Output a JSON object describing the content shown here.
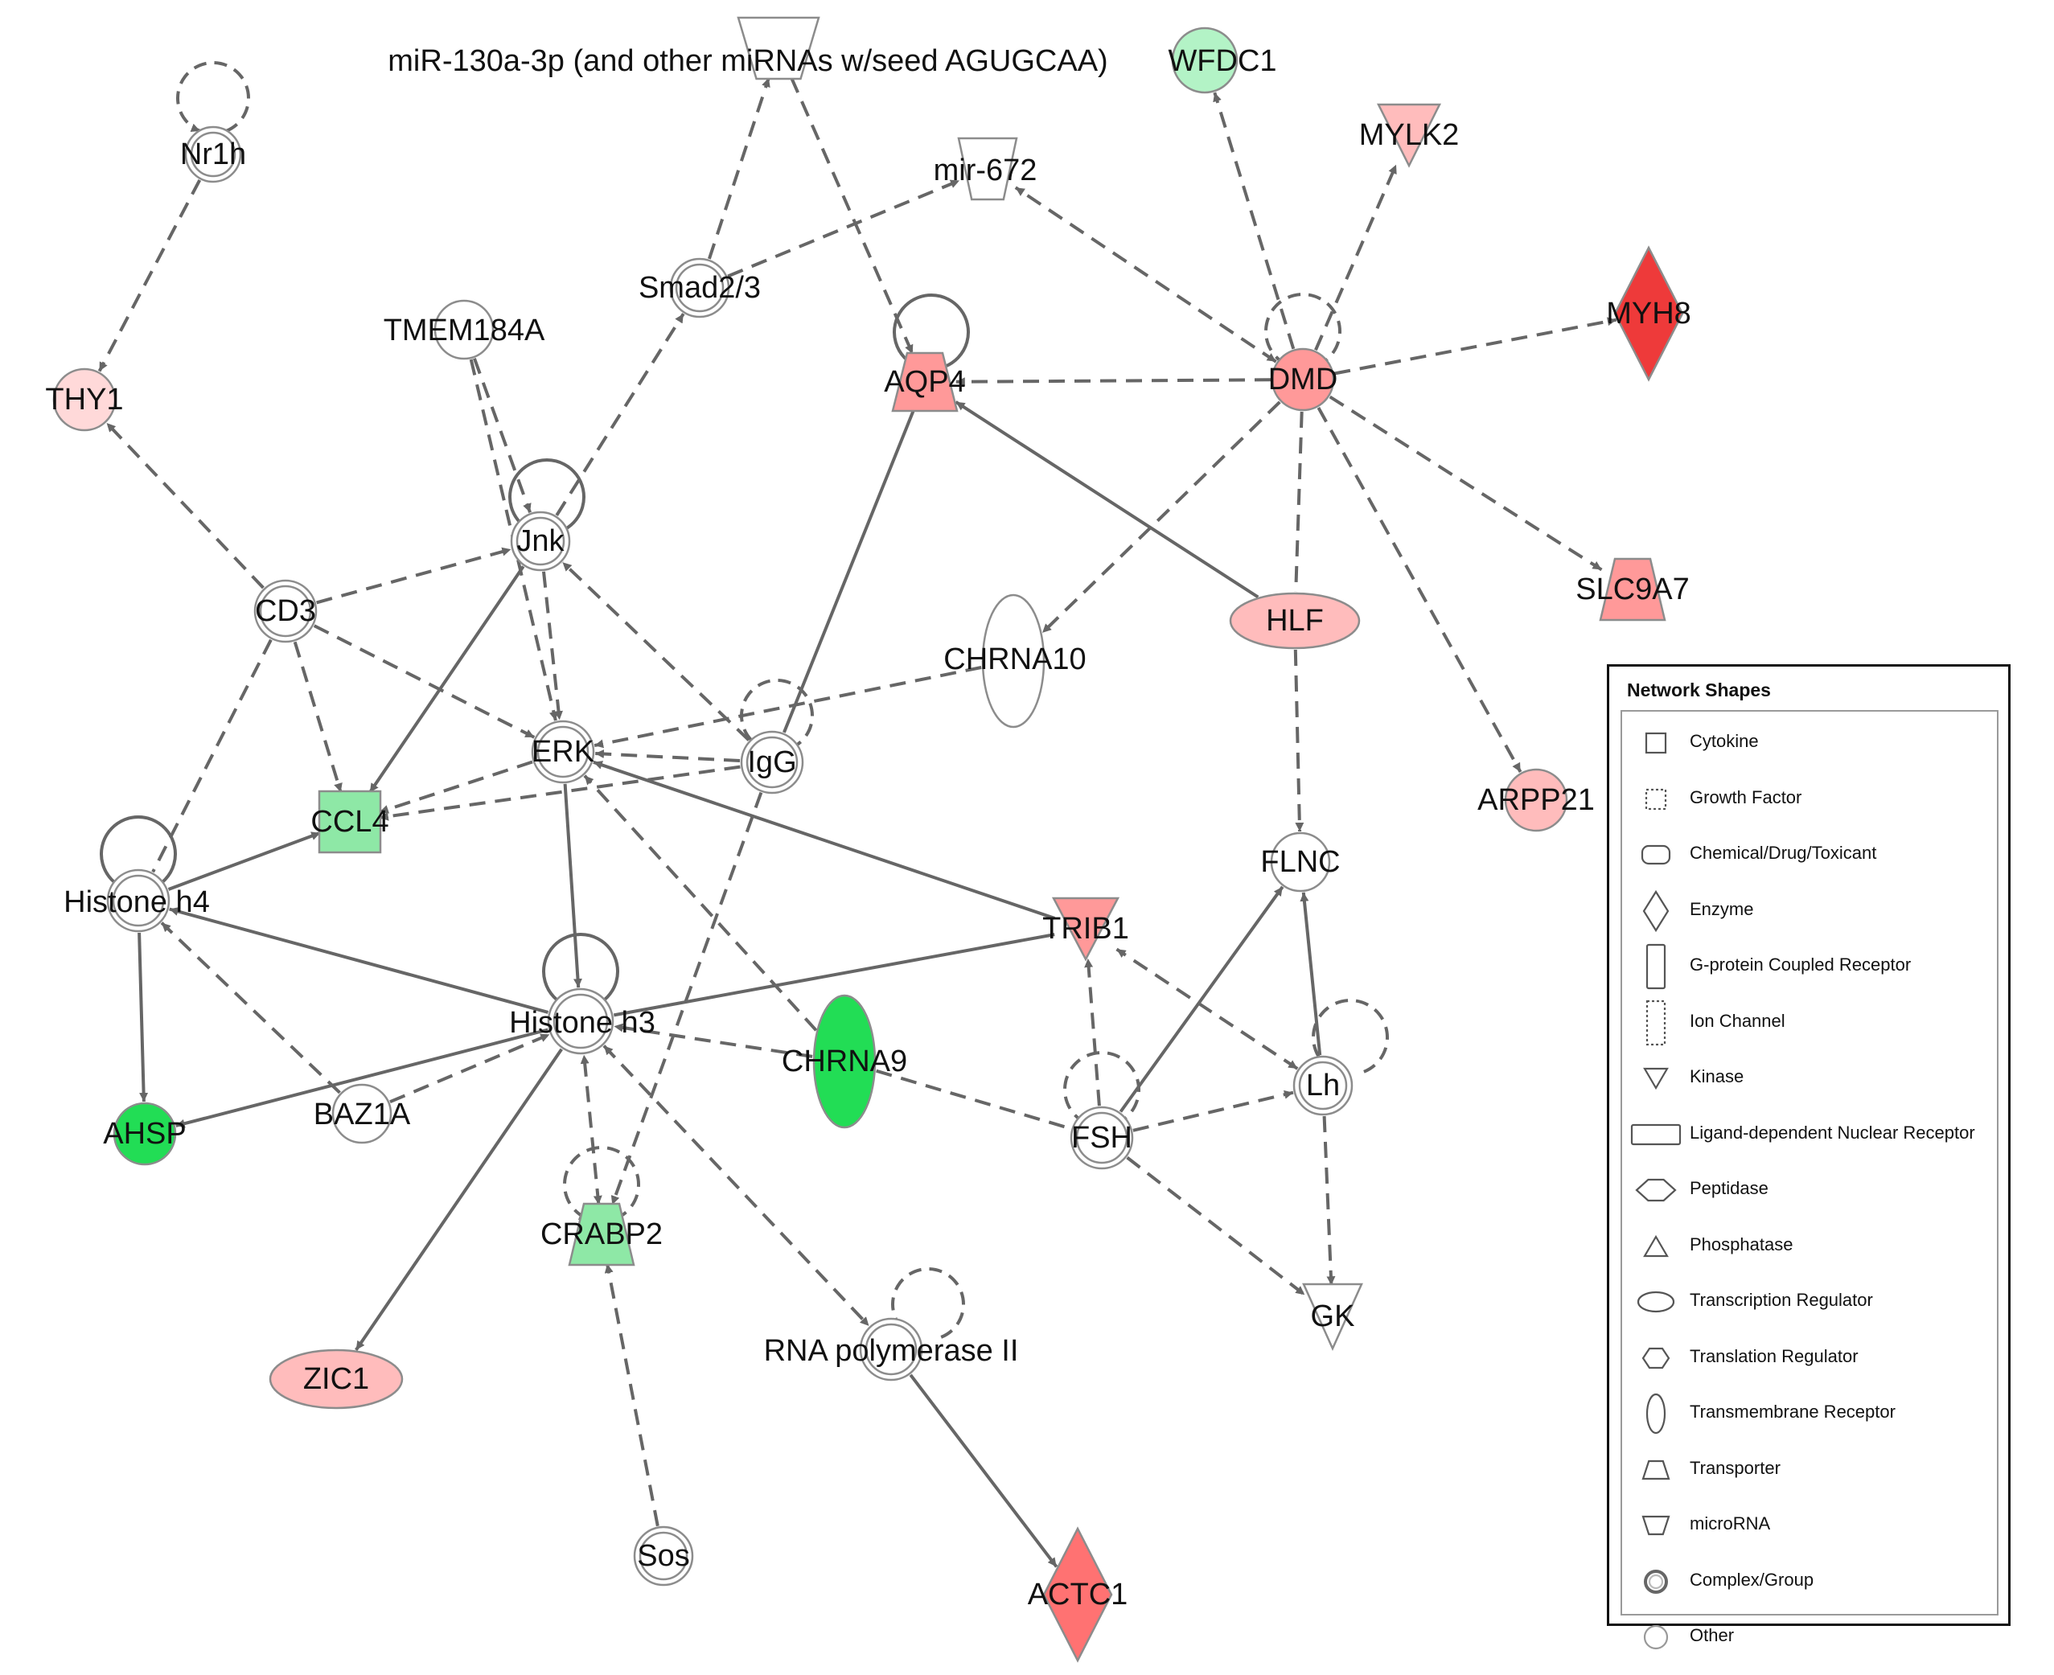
{
  "colors": {
    "edge": "#666666",
    "node_stroke": "#8c8c8c",
    "white": "#ffffff",
    "pink_light": "#ffd9d9",
    "pink": "#ffbcbc",
    "salmon": "#ff9999",
    "red": "#ff7272",
    "red_dark": "#ee3a3a",
    "green_light": "#b3f3c6",
    "green_mid": "#8ee8a6",
    "green": "#22dd55"
  },
  "nodes": [
    {
      "id": "mir130",
      "label": "miR-130a-3p (and other miRNAs w/seed AGUGCAA)",
      "shape": "microrna",
      "fill": "white"
    },
    {
      "id": "wfdc1",
      "label": "WFDC1",
      "shape": "circle",
      "fill": "green_light"
    },
    {
      "id": "nr1h",
      "label": "Nr1h",
      "shape": "complex",
      "fill": "white"
    },
    {
      "id": "mylk2",
      "label": "MYLK2",
      "shape": "kinase",
      "fill": "pink"
    },
    {
      "id": "mir672",
      "label": "mir-672",
      "shape": "microrna",
      "fill": "white"
    },
    {
      "id": "smad23",
      "label": "Smad2/3",
      "shape": "complex",
      "fill": "white"
    },
    {
      "id": "tmem184a",
      "label": "TMEM184A",
      "shape": "circle",
      "fill": "white"
    },
    {
      "id": "myh8",
      "label": "MYH8",
      "shape": "enzyme",
      "fill": "red_dark"
    },
    {
      "id": "aqp4",
      "label": "AQP4",
      "shape": "transporter",
      "fill": "salmon"
    },
    {
      "id": "dmd",
      "label": "DMD",
      "shape": "circle",
      "fill": "salmon"
    },
    {
      "id": "thy1",
      "label": "THY1",
      "shape": "circle",
      "fill": "pink_light"
    },
    {
      "id": "jnk",
      "label": "Jnk",
      "shape": "complex",
      "fill": "white"
    },
    {
      "id": "slc9a7",
      "label": "SLC9A7",
      "shape": "transporter",
      "fill": "salmon"
    },
    {
      "id": "cd3",
      "label": "CD3",
      "shape": "complex",
      "fill": "white"
    },
    {
      "id": "hlf",
      "label": "HLF",
      "shape": "transcription",
      "fill": "pink"
    },
    {
      "id": "chrna10",
      "label": "CHRNA10",
      "shape": "transmembrane",
      "fill": "white"
    },
    {
      "id": "erk",
      "label": "ERK",
      "shape": "complex",
      "fill": "white"
    },
    {
      "id": "igg",
      "label": "IgG",
      "shape": "complex",
      "fill": "white"
    },
    {
      "id": "ccl4",
      "label": "CCL4",
      "shape": "cytokine",
      "fill": "green_mid"
    },
    {
      "id": "arpp21",
      "label": "ARPP21",
      "shape": "circle",
      "fill": "pink"
    },
    {
      "id": "flnc",
      "label": "FLNC",
      "shape": "circle",
      "fill": "white"
    },
    {
      "id": "histoneh4",
      "label": "Histone h4",
      "shape": "complex",
      "fill": "white"
    },
    {
      "id": "trib1",
      "label": "TRIB1",
      "shape": "kinase",
      "fill": "salmon"
    },
    {
      "id": "histoneh3",
      "label": "Histone h3",
      "shape": "complex",
      "fill": "white"
    },
    {
      "id": "chrna9",
      "label": "CHRNA9",
      "shape": "transmembrane",
      "fill": "green"
    },
    {
      "id": "lh",
      "label": "Lh",
      "shape": "complex",
      "fill": "white"
    },
    {
      "id": "baz1a",
      "label": "BAZ1A",
      "shape": "circle",
      "fill": "white"
    },
    {
      "id": "ahsp",
      "label": "AHSP",
      "shape": "circle",
      "fill": "green"
    },
    {
      "id": "fsh",
      "label": "FSH",
      "shape": "complex",
      "fill": "white"
    },
    {
      "id": "crabp2",
      "label": "CRABP2",
      "shape": "transporter",
      "fill": "green_mid"
    },
    {
      "id": "gk",
      "label": "GK",
      "shape": "kinase",
      "fill": "white"
    },
    {
      "id": "zic1",
      "label": "ZIC1",
      "shape": "transcription",
      "fill": "pink"
    },
    {
      "id": "rnapol2",
      "label": "RNA polymerase II",
      "shape": "complex",
      "fill": "white"
    },
    {
      "id": "sos",
      "label": "Sos",
      "shape": "complex",
      "fill": "white"
    },
    {
      "id": "actc1",
      "label": "ACTC1",
      "shape": "enzyme",
      "fill": "red"
    }
  ],
  "edges": [
    {
      "from": "nr1h",
      "to": "thy1",
      "style": "dashed"
    },
    {
      "from": "cd3",
      "to": "thy1",
      "style": "dashed"
    },
    {
      "from": "cd3",
      "to": "jnk",
      "style": "dashed"
    },
    {
      "from": "cd3",
      "to": "erk",
      "style": "dashed"
    },
    {
      "from": "cd3",
      "to": "ccl4",
      "style": "dashed"
    },
    {
      "from": "cd3",
      "to": "histoneh4",
      "style": "dashed",
      "arrow": false
    },
    {
      "from": "tmem184a",
      "to": "jnk",
      "style": "dashed"
    },
    {
      "from": "tmem184a",
      "to": "erk",
      "style": "dashed"
    },
    {
      "from": "jnk",
      "to": "smad23",
      "style": "dashed"
    },
    {
      "from": "jnk",
      "to": "erk",
      "style": "dashed"
    },
    {
      "from": "jnk",
      "to": "ccl4",
      "style": "solid"
    },
    {
      "from": "smad23",
      "to": "mir130",
      "style": "dashed"
    },
    {
      "from": "smad23",
      "to": "mir672",
      "style": "dashed"
    },
    {
      "from": "mir130",
      "to": "aqp4",
      "style": "dashed"
    },
    {
      "from": "dmd",
      "to": "wfdc1",
      "style": "dashed"
    },
    {
      "from": "dmd",
      "to": "mylk2",
      "style": "dashed"
    },
    {
      "from": "dmd",
      "to": "mir672",
      "style": "dashed",
      "both": true
    },
    {
      "from": "dmd",
      "to": "myh8",
      "style": "dashed"
    },
    {
      "from": "dmd",
      "to": "aqp4",
      "style": "dashed"
    },
    {
      "from": "dmd",
      "to": "slc9a7",
      "style": "dashed"
    },
    {
      "from": "dmd",
      "to": "arpp21",
      "style": "dashed"
    },
    {
      "from": "dmd",
      "to": "chrna10",
      "style": "dashed"
    },
    {
      "from": "dmd",
      "to": "hlf",
      "style": "dashed",
      "arrow": false
    },
    {
      "from": "hlf",
      "to": "aqp4",
      "style": "solid"
    },
    {
      "from": "hlf",
      "to": "flnc",
      "style": "dashed"
    },
    {
      "from": "igg",
      "to": "aqp4",
      "style": "solid",
      "arrow": false
    },
    {
      "from": "igg",
      "to": "jnk",
      "style": "dashed"
    },
    {
      "from": "igg",
      "to": "erk",
      "style": "dashed"
    },
    {
      "from": "igg",
      "to": "ccl4",
      "style": "dashed"
    },
    {
      "from": "igg",
      "to": "crabp2",
      "style": "dashed"
    },
    {
      "from": "chrna10",
      "to": "erk",
      "style": "dashed"
    },
    {
      "from": "erk",
      "to": "ccl4",
      "style": "dashed"
    },
    {
      "from": "erk",
      "to": "histoneh3",
      "style": "solid"
    },
    {
      "from": "trib1",
      "to": "erk",
      "style": "solid"
    },
    {
      "from": "chrna9",
      "to": "erk",
      "style": "dashed",
      "arrow_at": "to"
    },
    {
      "from": "chrna9",
      "to": "histoneh3",
      "style": "dashed"
    },
    {
      "from": "chrna9",
      "to": "fsh",
      "style": "dashed",
      "arrow": false
    },
    {
      "from": "histoneh4",
      "to": "ccl4",
      "style": "solid"
    },
    {
      "from": "histoneh4",
      "to": "ahsp",
      "style": "solid"
    },
    {
      "from": "histoneh3",
      "to": "histoneh4",
      "style": "solid"
    },
    {
      "from": "histoneh3",
      "to": "ahsp",
      "style": "solid"
    },
    {
      "from": "histoneh3",
      "to": "trib1",
      "style": "solid",
      "arrow": false
    },
    {
      "from": "histoneh3",
      "to": "zic1",
      "style": "solid"
    },
    {
      "from": "baz1a",
      "to": "histoneh4",
      "style": "dashed"
    },
    {
      "from": "baz1a",
      "to": "histoneh3",
      "style": "dashed"
    },
    {
      "from": "crabp2",
      "to": "histoneh3",
      "style": "dashed",
      "both": true
    },
    {
      "from": "histoneh3",
      "to": "rnapol2",
      "style": "dashed",
      "both": true
    },
    {
      "from": "sos",
      "to": "crabp2",
      "style": "dashed"
    },
    {
      "from": "rnapol2",
      "to": "actc1",
      "style": "solid"
    },
    {
      "from": "fsh",
      "to": "trib1",
      "style": "dashed"
    },
    {
      "from": "fsh",
      "to": "flnc",
      "style": "solid"
    },
    {
      "from": "fsh",
      "to": "lh",
      "style": "dashed"
    },
    {
      "from": "fsh",
      "to": "gk",
      "style": "dashed"
    },
    {
      "from": "lh",
      "to": "trib1",
      "style": "dashed",
      "both": true
    },
    {
      "from": "lh",
      "to": "flnc",
      "style": "solid"
    },
    {
      "from": "lh",
      "to": "gk",
      "style": "dashed"
    }
  ],
  "self_loops": [
    {
      "node": "nr1h",
      "style": "dashed"
    },
    {
      "node": "jnk",
      "style": "solid"
    },
    {
      "node": "aqp4",
      "style": "solid"
    },
    {
      "node": "dmd",
      "style": "dashed"
    },
    {
      "node": "igg",
      "style": "dashed"
    },
    {
      "node": "histoneh4",
      "style": "solid"
    },
    {
      "node": "histoneh3",
      "style": "solid"
    },
    {
      "node": "crabp2",
      "style": "dashed"
    },
    {
      "node": "fsh",
      "style": "dashed"
    },
    {
      "node": "lh",
      "style": "dashed"
    },
    {
      "node": "rnapol2",
      "style": "dashed"
    }
  ],
  "legend": {
    "title": "Network Shapes",
    "items": [
      {
        "label": "Cytokine",
        "icon": "cytokine-icon",
        "shape": "cytokine"
      },
      {
        "label": "Growth Factor",
        "icon": "growth-factor-icon",
        "shape": "growth"
      },
      {
        "label": "Chemical/Drug/Toxicant",
        "icon": "chemical-icon",
        "shape": "chemical"
      },
      {
        "label": "Enzyme",
        "icon": "enzyme-icon",
        "shape": "enzyme"
      },
      {
        "label": "G-protein Coupled Receptor",
        "icon": "gpcr-icon",
        "shape": "gpcr"
      },
      {
        "label": "Ion Channel",
        "icon": "ion-channel-icon",
        "shape": "ion"
      },
      {
        "label": "Kinase",
        "icon": "kinase-icon",
        "shape": "kinase"
      },
      {
        "label": "Ligand-dependent Nuclear Receptor",
        "icon": "nuclear-receptor-icon",
        "shape": "nuclear"
      },
      {
        "label": "Peptidase",
        "icon": "peptidase-icon",
        "shape": "peptidase"
      },
      {
        "label": "Phosphatase",
        "icon": "phosphatase-icon",
        "shape": "phosphatase"
      },
      {
        "label": "Transcription Regulator",
        "icon": "transcription-regulator-icon",
        "shape": "transcription"
      },
      {
        "label": "Translation Regulator",
        "icon": "translation-regulator-icon",
        "shape": "translation"
      },
      {
        "label": "Transmembrane Receptor",
        "icon": "transmembrane-receptor-icon",
        "shape": "transmembrane"
      },
      {
        "label": "Transporter",
        "icon": "transporter-icon",
        "shape": "transporter"
      },
      {
        "label": "microRNA",
        "icon": "microrna-icon",
        "shape": "microrna"
      },
      {
        "label": "Complex/Group",
        "icon": "complex-group-icon",
        "shape": "complex"
      },
      {
        "label": "Other",
        "icon": "other-icon",
        "shape": "circle"
      }
    ]
  }
}
